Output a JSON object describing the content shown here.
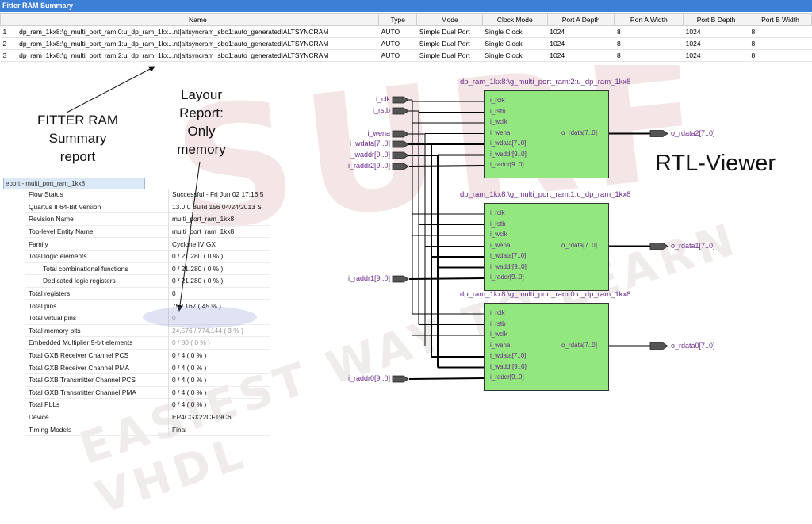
{
  "fitter": {
    "title": "Fitter RAM Summary",
    "headers": [
      "",
      "Name",
      "Type",
      "Mode",
      "Clock Mode",
      "Port A Depth",
      "Port A Width",
      "Port B Depth",
      "Port B Width"
    ],
    "rows": [
      [
        "1",
        "dp_ram_1kx8:\\g_multi_port_ram:0:u_dp_ram_1kx...nt|altsyncram_sbo1:auto_generated|ALTSYNCRAM",
        "AUTO",
        "Simple Dual Port",
        "Single Clock",
        "1024",
        "8",
        "1024",
        "8"
      ],
      [
        "2",
        "dp_ram_1kx8:\\g_multi_port_ram:1:u_dp_ram_1kx...nt|altsyncram_sbo1:auto_generated|ALTSYNCRAM",
        "AUTO",
        "Simple Dual Port",
        "Single Clock",
        "1024",
        "8",
        "1024",
        "8"
      ],
      [
        "3",
        "dp_ram_1kx8:\\g_multi_port_ram:2:u_dp_ram_1kx...nt|altsyncram_sbo1:auto_generated|ALTSYNCRAM",
        "AUTO",
        "Simple Dual Port",
        "Single Clock",
        "1024",
        "8",
        "1024",
        "8"
      ]
    ]
  },
  "annotations": {
    "fitter_lines": [
      "FITTER RAM",
      "Summary",
      "report"
    ],
    "layout_lines": [
      "Layour",
      "Report:",
      "Only",
      "memory"
    ],
    "rtl": "RTL-Viewer"
  },
  "report": {
    "tab": "eport - multi_port_ram_1kx8",
    "rows": [
      [
        "Flow Status",
        "Successful - Fri Jun 02 17:16:5"
      ],
      [
        "Quartus II 64-Bit Version",
        "13.0.0 Build 156 04/24/2013 S"
      ],
      [
        "Revision Name",
        "multi_port_ram_1kx8"
      ],
      [
        "Top-level Entity Name",
        "multi_port_ram_1kx8"
      ],
      [
        "Family",
        "Cyclone IV GX"
      ],
      [
        "Total logic elements",
        "0 / 21,280 ( 0 % )"
      ],
      [
        "Total combinational functions",
        "0 / 21,280 ( 0 % )"
      ],
      [
        "Dedicated logic registers",
        "0 / 21,280 ( 0 % )"
      ],
      [
        "Total registers",
        "0"
      ],
      [
        "Total pins",
        "75 / 167 ( 45 % )"
      ],
      [
        "Total virtual pins",
        "0"
      ],
      [
        "Total memory bits",
        "24,576 / 774,144 ( 3 % )"
      ],
      [
        "Embedded Multiplier 9-bit elements",
        "0 / 80 ( 0 % )"
      ],
      [
        "Total GXB Receiver Channel PCS",
        "0 / 4 ( 0 % )"
      ],
      [
        "Total GXB Receiver Channel PMA",
        "0 / 4 ( 0 % )"
      ],
      [
        "Total GXB Transmitter Channel PCS",
        "0 / 4 ( 0 % )"
      ],
      [
        "Total GXB Transmitter Channel PMA",
        "0 / 4 ( 0 % )"
      ],
      [
        "Total PLLs",
        "0 / 4 ( 0 % )"
      ],
      [
        "Device",
        "EP4CGX22CF19C6"
      ],
      [
        "Timing Models",
        "Final"
      ]
    ]
  },
  "rtl": {
    "blocks": [
      {
        "title": "dp_ram_1kx8:\\g_multi_port_ram:2:u_dp_ram_1kx8",
        "output": "o_rdata2[7..0]"
      },
      {
        "title": "dp_ram_1kx8:\\g_multi_port_ram:1:u_dp_ram_1kx8",
        "output": "o_rdata1[7..0]"
      },
      {
        "title": "dp_ram_1kx8:\\g_multi_port_ram:0:u_dp_ram_1kx8",
        "output": "o_rdata0[7..0]"
      }
    ],
    "ports": [
      "i_rclk",
      "i_rstb",
      "i_wclk",
      "i_wena",
      "i_wdata[7..0]",
      "i_waddr[9..0]",
      "i_raddr[9..0]"
    ],
    "out_port": "o_rdata[7..0]",
    "inputs": [
      "i_clk",
      "i_rstb",
      "i_wena",
      "i_wdata[7..0]",
      "i_waddr[9..0]",
      "i_raddr2[9..0]"
    ],
    "raddr1": "i_raddr1[9..0]",
    "raddr0": "i_raddr0[9..0]"
  },
  "watermark": {
    "big": "SURF",
    "sub": "EASIEST WAY TO LEARN VHDL"
  }
}
